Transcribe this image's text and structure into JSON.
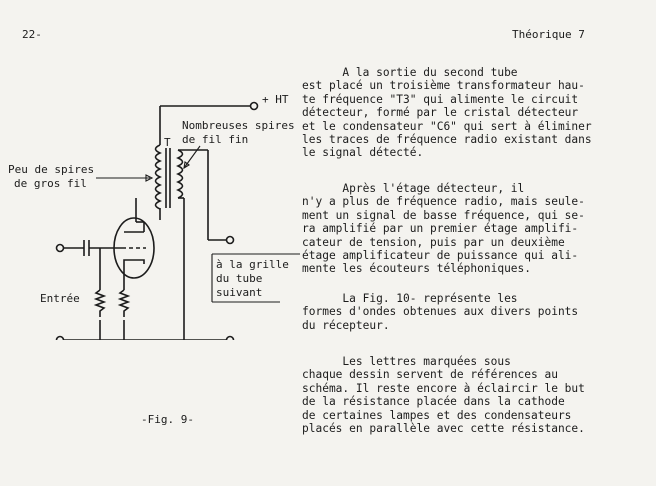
{
  "header": {
    "page_number": "22-",
    "section": "Théorique 7"
  },
  "figure": {
    "caption": "-Fig. 9-",
    "labels": {
      "ht": "+ HT",
      "transformer": "T",
      "primary_line1": "Peu de spires",
      "primary_line2": "de gros fil",
      "secondary_line1": "Nombreuses spires",
      "secondary_line2": "de fil fin",
      "output_line1": "à la grille",
      "output_line2": "du tube",
      "output_line3": "suivant",
      "input": "Entrée"
    }
  },
  "paragraphs": [
    {
      "lines": [
        "      A la sortie du second tube",
        "est placé un troisième transformateur hau-",
        "te fréquence \"T3\" qui alimente le circuit",
        "détecteur, formé par le cristal détecteur",
        "et le condensateur \"C6\" qui sert à éliminer",
        "les traces de fréquence radio existant dans",
        "le signal détecté."
      ]
    },
    {
      "lines": [
        "      Après l'étage détecteur, il",
        "n'y a plus de fréquence radio, mais seule-",
        "ment un signal de basse fréquence, qui se-",
        "ra amplifié par un premier étage amplifi-",
        "cateur de tension, puis par un deuxième",
        "étage amplificateur de puissance qui ali-",
        "mente les écouteurs téléphoniques."
      ]
    },
    {
      "lines": [
        "      La Fig. 10- représente les",
        "formes d'ondes obtenues aux divers points",
        "du récepteur."
      ]
    },
    {
      "lines": [
        "      Les lettres marquées sous",
        "chaque dessin servent de références au",
        "schéma. Il reste encore à éclaircir le but",
        "de la résistance placée dans la cathode",
        "de certaines lampes et des condensateurs",
        "placés en parallèle avec cette résistance."
      ]
    }
  ]
}
